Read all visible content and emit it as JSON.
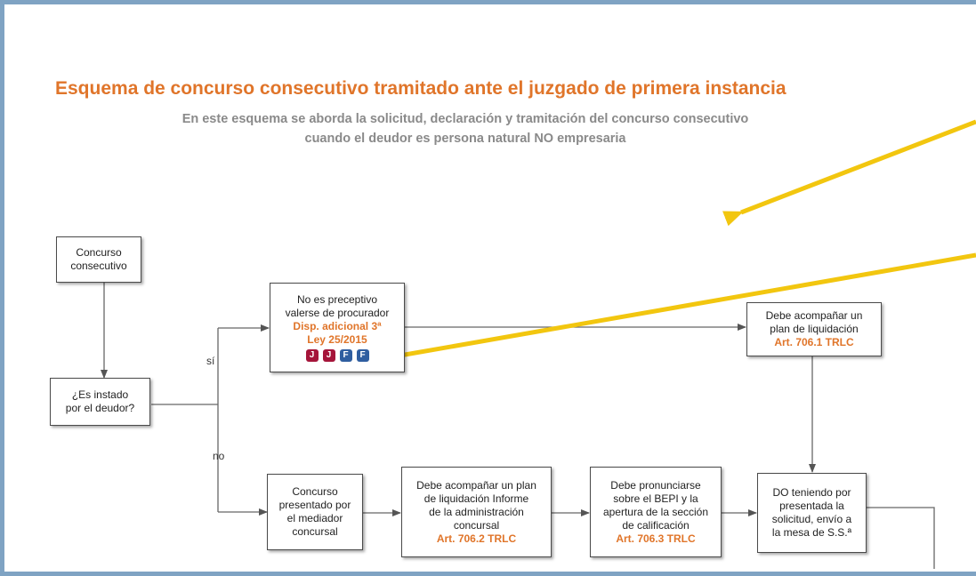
{
  "header": {
    "title": "Esquema de concurso consecutivo tramitado ante el juzgado de primera instancia",
    "subtitle_line1": "En este esquema se aborda la solicitud, declaración y tramitación del concurso consecutivo",
    "subtitle_line2": "cuando el deudor es persona natural NO empresaria"
  },
  "colors": {
    "title": "#e0752a",
    "reference": "#e0752a",
    "frame": "#7fa3c3",
    "highlight_arrow": "#f2c60f",
    "badge_j": "#a5153a",
    "badge_f": "#2f5ea0"
  },
  "nodes": {
    "concurso": {
      "line1": "Concurso",
      "line2": "consecutivo"
    },
    "instado": {
      "line1": "¿Es instado",
      "line2": "por el deudor?"
    },
    "procurador": {
      "line1": "No es preceptivo",
      "line2": "valerse de procurador",
      "ref1": "Disp. adicional 3ª",
      "ref2": "Ley 25/2015",
      "badges": [
        "J",
        "J",
        "F",
        "F"
      ]
    },
    "acompanar": {
      "line1": "Debe acompañar un",
      "line2": "plan de liquidación",
      "ref": "Art. 706.1 TRLC"
    },
    "mediador": {
      "line1": "Concurso",
      "line2": "presentado por",
      "line3": "el mediador",
      "line4": "concursal"
    },
    "plan": {
      "line1": "Debe acompañar un plan",
      "line2": "de liquidación Informe",
      "line3": "de la administración",
      "line4": "concursal",
      "ref": "Art. 706.2 TRLC"
    },
    "bepi": {
      "line1": "Debe pronunciarse",
      "line2": "sobre el BEPI y la",
      "line3": "apertura de la sección",
      "line4": "de calificación",
      "ref": "Art. 706.3 TRLC"
    },
    "do": {
      "line1": "DO teniendo por",
      "line2": "presentada la",
      "line3": "solicitud, envío a",
      "line4": "la mesa de S.S.ª"
    }
  },
  "edge_labels": {
    "yes": "sí",
    "no": "no"
  },
  "icons": [
    "highlight-arrow",
    "flow-arrow"
  ]
}
